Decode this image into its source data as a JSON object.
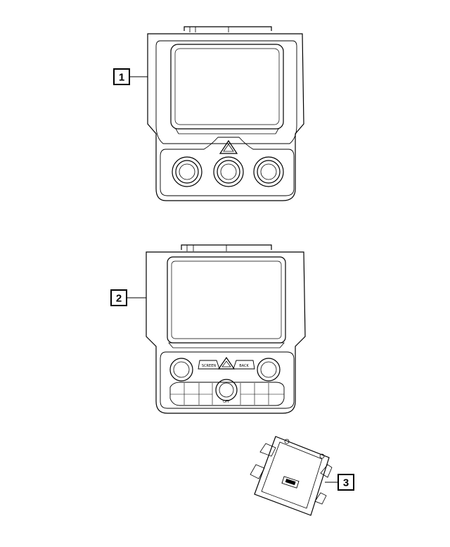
{
  "callouts": [
    {
      "id": "1",
      "label": "1"
    },
    {
      "id": "2",
      "label": "2"
    },
    {
      "id": "3",
      "label": "3"
    }
  ],
  "unit2_button_labels": {
    "left_top": "SCREEN",
    "right_top": "BACK",
    "center_knob": "OFF"
  },
  "colors": {
    "line": "#000000",
    "background": "#ffffff"
  }
}
